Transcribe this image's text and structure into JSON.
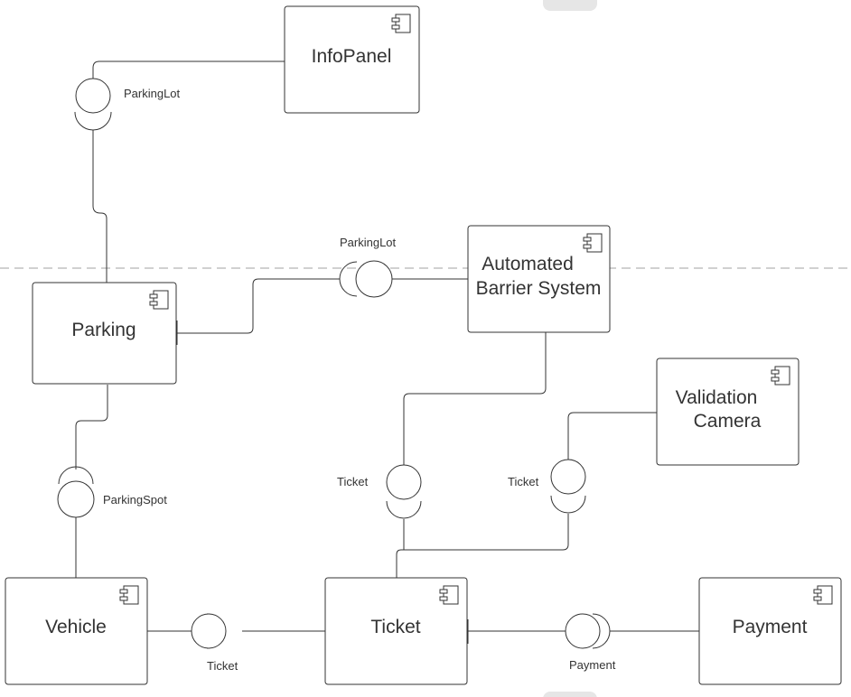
{
  "components": {
    "infopanel": "InfoPanel",
    "parking": "Parking",
    "barrier_line1": "Automated",
    "barrier_line2": "Barrier System",
    "camera_line1": "Validation",
    "camera_line2": "Camera",
    "vehicle": "Vehicle",
    "ticket": "Ticket",
    "payment": "Payment"
  },
  "interfaces": {
    "infopanel_parkinglot": "ParkingLot",
    "barrier_parkinglot": "ParkingLot",
    "parkingspot": "ParkingSpot",
    "barrier_ticket": "Ticket",
    "camera_ticket": "Ticket",
    "vehicle_ticket": "Ticket",
    "payment": "Payment"
  },
  "icons": {
    "component": "component-icon"
  },
  "colors": {
    "line": "#333333",
    "page_separator": "#d0d0d0"
  }
}
